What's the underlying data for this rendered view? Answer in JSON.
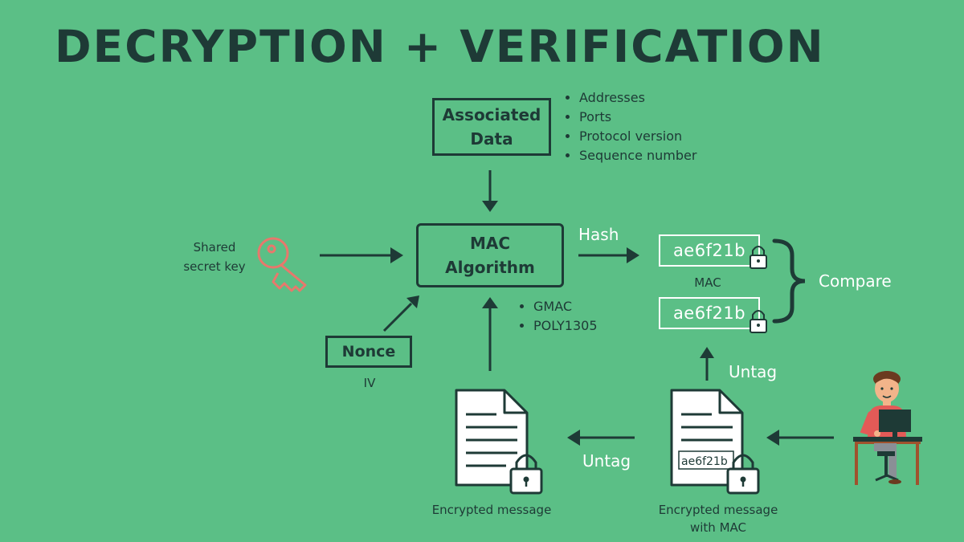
{
  "title": "DECRYPTION + VERIFICATION",
  "associated_data": {
    "label_line1": "Associated",
    "label_line2": "Data",
    "items": [
      "Addresses",
      "Ports",
      "Protocol version",
      "Sequence number"
    ]
  },
  "mac_algorithm": {
    "label_line1": "MAC",
    "label_line2": "Algorithm",
    "items": [
      "GMAC",
      "POLY1305"
    ]
  },
  "shared_key": {
    "label_line1": "Shared",
    "label_line2": "secret key",
    "icon": "key-icon"
  },
  "nonce": {
    "label": "Nonce",
    "sublabel": "IV"
  },
  "hash_label": "Hash",
  "mac_values": {
    "top": "ae6f21b",
    "bottom": "ae6f21b",
    "label": "MAC"
  },
  "compare_label": "Compare",
  "untag_labels": {
    "right": "Untag",
    "bottom": "Untag"
  },
  "encrypted_message": {
    "label": "Encrypted message"
  },
  "encrypted_message_with_mac": {
    "label_line1": "Encrypted message",
    "label_line2": "with MAC",
    "tag": "ae6f21b"
  },
  "colors": {
    "background": "#5bbf86",
    "dark": "#1e3a36",
    "white": "#ffffff",
    "key": "#e8786c"
  }
}
